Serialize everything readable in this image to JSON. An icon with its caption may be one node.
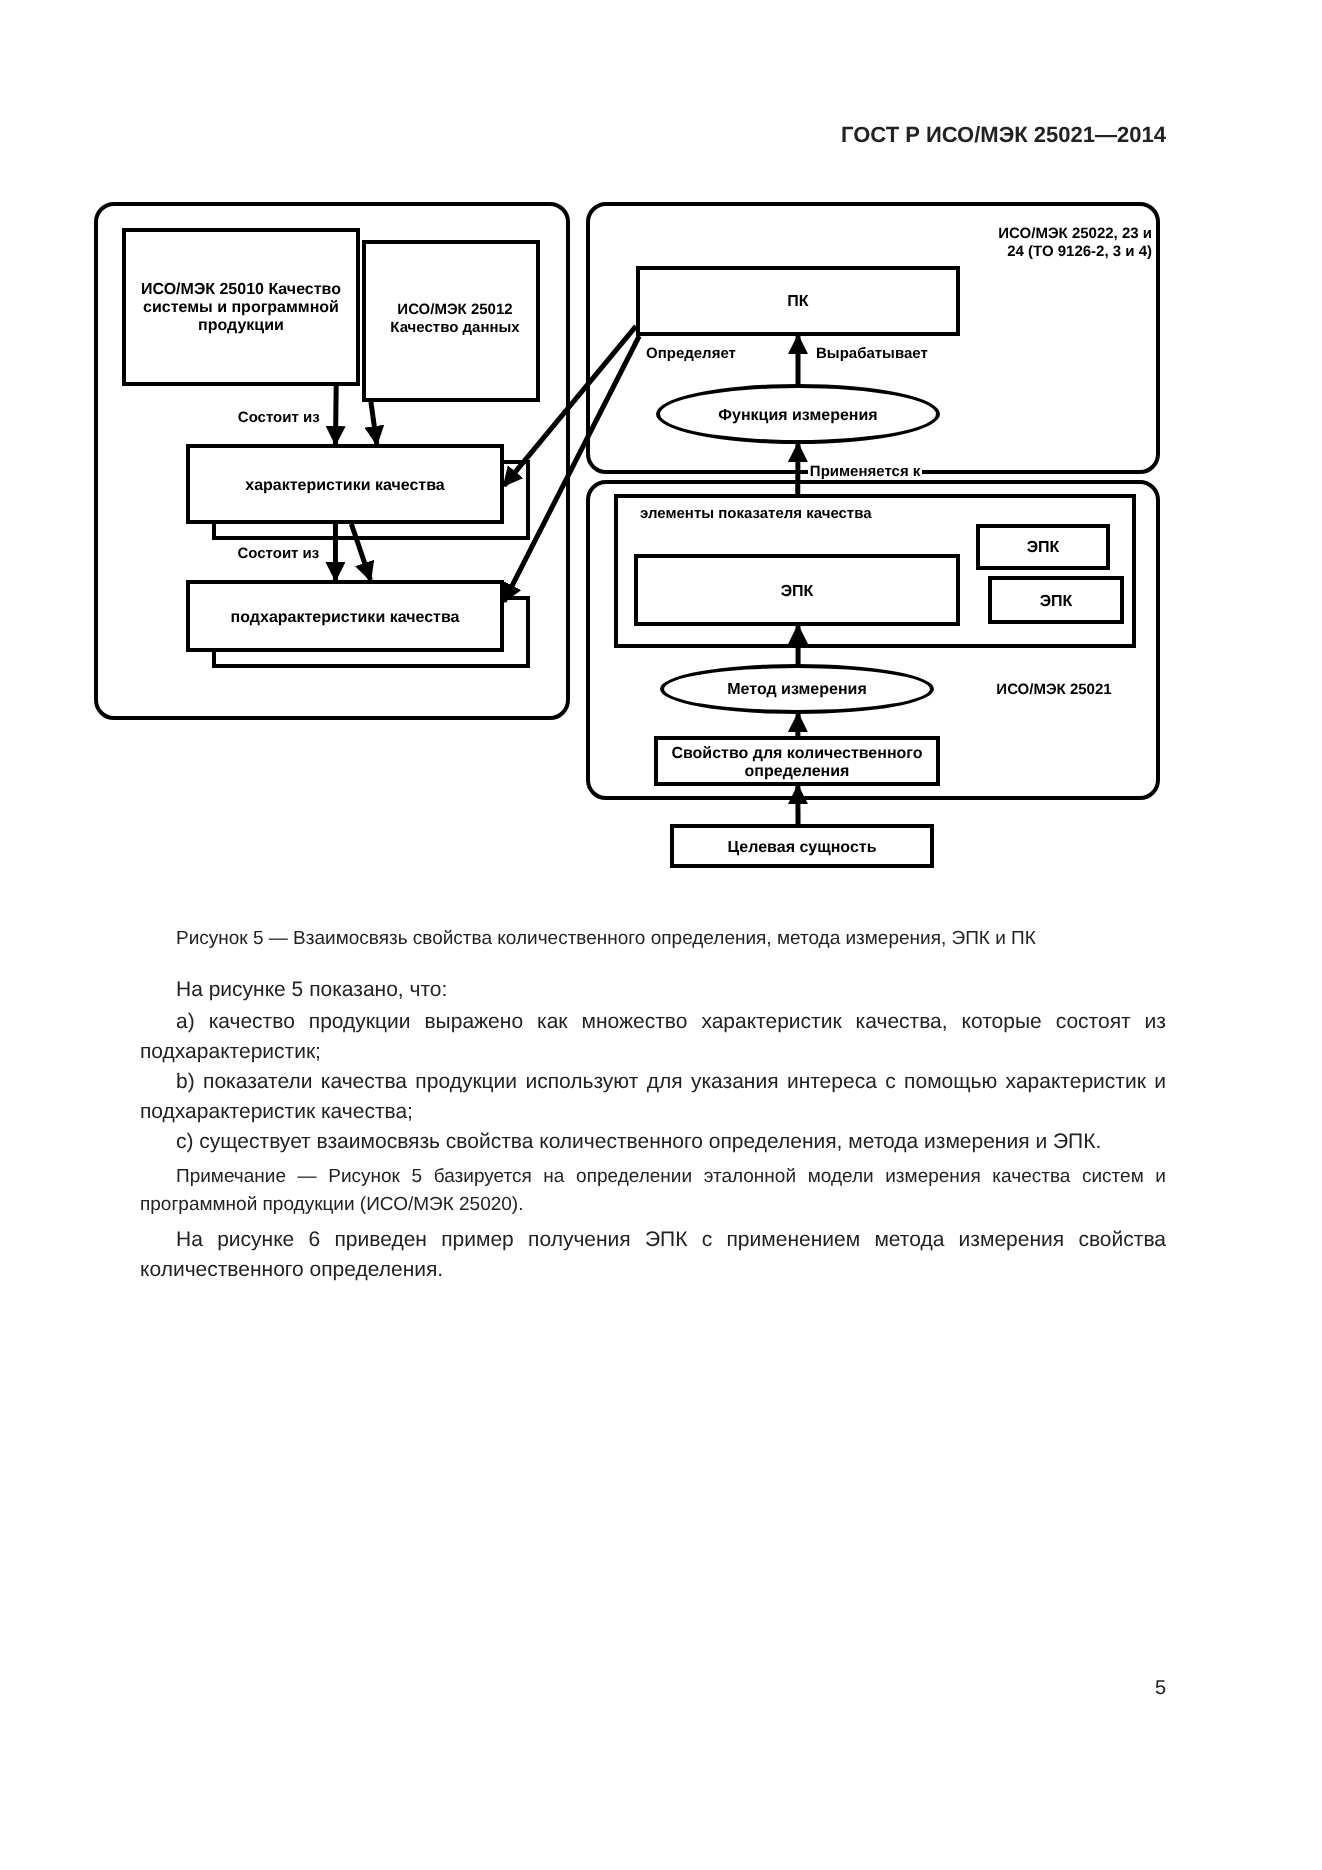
{
  "diagram": {
    "caption": "Рисунок 5 — Взаимосвязь свойства количественного определения, метода измерения, ЭПК и ПК",
    "nodes": [
      {
        "text": [],
        "shape": "box"
      },
      {
        "text": [
          "ИСО/МЭК 25010 Качество системы и программной продукции"
        ],
        "in": 0
      },
      {
        "text": [
          "ИСО/МЭК 25012 Качество данных"
        ],
        "in": 0
      },
      {
        "text": [
          "характеристики качества"
        ],
        "in": 0
      },
      {
        "text": [
          "подхарактеристики качества"
        ],
        "in": 0
      },
      {
        "text": [
          "ИСО/МЭК 25022, 23 и 24 (ТО 9126-2, 3 и 4)"
        ]
      },
      {
        "text": [
          "ПК"
        ],
        "in": 5
      },
      {
        "text": [
          "Функция измерения"
        ],
        "in": 5
      },
      {
        "text": [
          "ИСО/МЭК 25021"
        ]
      },
      {
        "text": [
          "элементы показателя качества"
        ],
        "in": 8
      },
      {
        "text": [
          "ЭПК"
        ],
        "in": 9
      },
      {
        "text": [
          "ЭПК"
        ],
        "in": 9
      },
      {
        "text": [
          "ЭПК"
        ],
        "in": 9
      },
      {
        "text": [
          "Метод измерения"
        ],
        "in": 8
      },
      {
        "text": [
          "Свойство для количественного определения"
        ],
        "in": 8
      },
      {
        "text": [
          "Целевая сущность"
        ]
      }
    ],
    "edges": [
      {
        "from": 1,
        "to": 3,
        "arrow": "to",
        "label": "Состоит из"
      },
      {
        "from": 2,
        "to": 3,
        "arrow": "to"
      },
      {
        "from": 3,
        "to": 4,
        "arrow": "to",
        "label": "Состоит из"
      },
      {
        "from": 3,
        "to": 4,
        "arrow": "to"
      },
      {
        "from": 6,
        "to": 3,
        "arrow": "to",
        "label": "Определяет"
      },
      {
        "from": 6,
        "to": 4,
        "arrow": "to"
      },
      {
        "from": 7,
        "to": 6,
        "arrow": "to",
        "label": "Вырабатывает"
      },
      {
        "from": 9,
        "to": 7,
        "arrow": "to",
        "label": "Применяется к"
      },
      {
        "from": 13,
        "to": 10,
        "arrow": "to"
      },
      {
        "from": 14,
        "to": 13,
        "arrow": "to"
      },
      {
        "from": 15,
        "to": 14,
        "arrow": "to"
      }
    ],
    "labels": [
      "ГОСТ Р ИСО/МЭК 25021—2014",
      "На рисунке 5 показано, что:",
      "а) качество продукции выражено как множество характеристик качества, которые состоят из подхарактеристик;",
      "b) показатели качества продукции используют для указания интереса с помощью характеристик и подхарактеристик качества;",
      "c) существует взаимосвязь свойства количественного определения, метода измерения и ЭПК.",
      "Примечание — Рисунок 5 базируется на определении эталонной модели измерения качества систем и программной продукции (ИСО/МЭК 25020).",
      "На рисунке 6 приведен пример получения ЭПК с применением метода измерения свойства количественного определения.",
      "5"
    ]
  }
}
